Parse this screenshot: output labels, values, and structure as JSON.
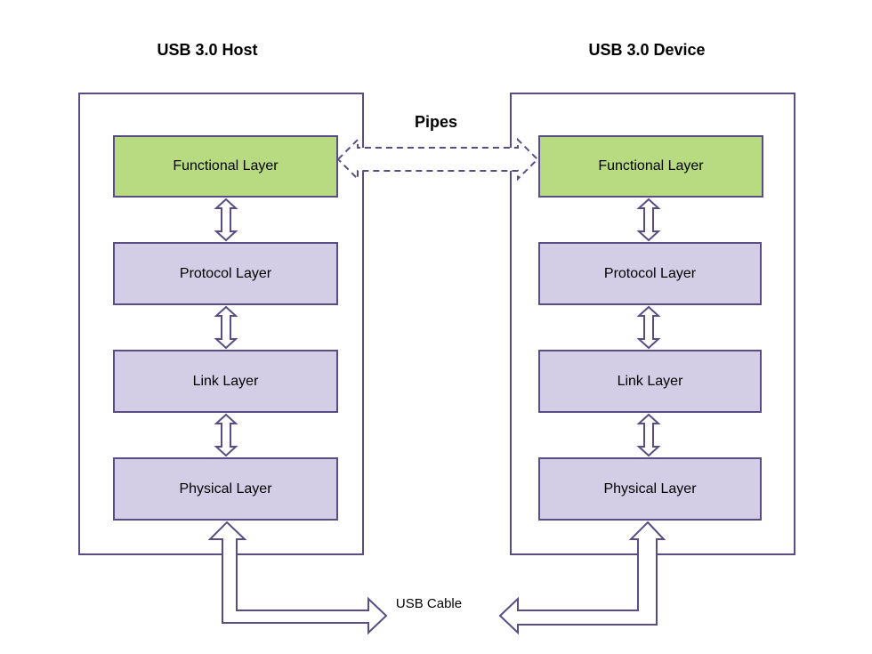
{
  "host": {
    "title": "USB 3.0 Host",
    "layers": {
      "functional": "Functional Layer",
      "protocol": "Protocol Layer",
      "link": "Link Layer",
      "physical": "Physical Layer"
    }
  },
  "device": {
    "title": "USB 3.0 Device",
    "layers": {
      "functional": "Functional Layer",
      "protocol": "Protocol Layer",
      "link": "Link Layer",
      "physical": "Physical Layer"
    }
  },
  "pipes_label": "Pipes",
  "cable_label": "USB Cable",
  "colors": {
    "outline": "#5a4d86",
    "functional_fill": "#b8db82",
    "layer_fill": "#d3cde6"
  }
}
